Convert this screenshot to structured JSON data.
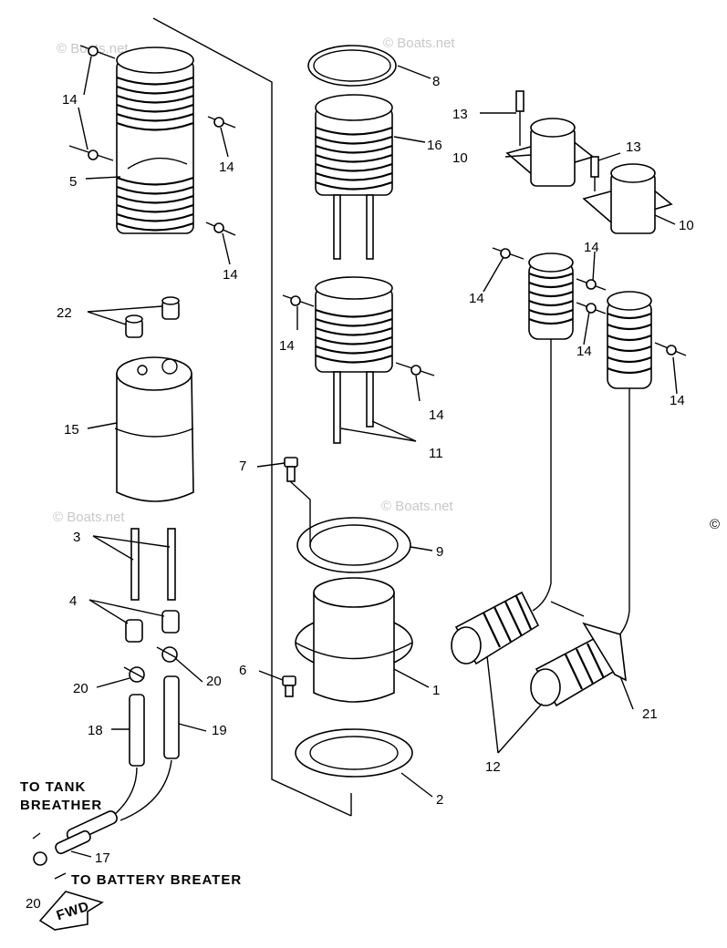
{
  "watermark": {
    "text": "© Boats.net",
    "symbol": "©"
  },
  "callouts": {
    "c14a": "14",
    "c14b": "14",
    "c14c": "14",
    "c14d": "14",
    "c14e": "14",
    "c14f": "14",
    "c14g": "14",
    "c14h": "14",
    "c14i": "14",
    "c5": "5",
    "c8": "8",
    "c16": "16",
    "c13a": "13",
    "c13b": "13",
    "c10a": "10",
    "c10b": "10",
    "c22": "22",
    "c15": "15",
    "c11": "11",
    "c7": "7",
    "c9": "9",
    "c3": "3",
    "c4": "4",
    "c6": "6",
    "c1": "1",
    "c20a": "20",
    "c20b": "20",
    "c20c": "20",
    "c18": "18",
    "c19": "19",
    "c17": "17",
    "c2": "2",
    "c12": "12",
    "c21": "21"
  },
  "notes": {
    "tank_line1": "TO TANK",
    "tank_line2": "BREATHER",
    "battery": "TO BATTERY BREATER",
    "fwd": "FWD"
  }
}
